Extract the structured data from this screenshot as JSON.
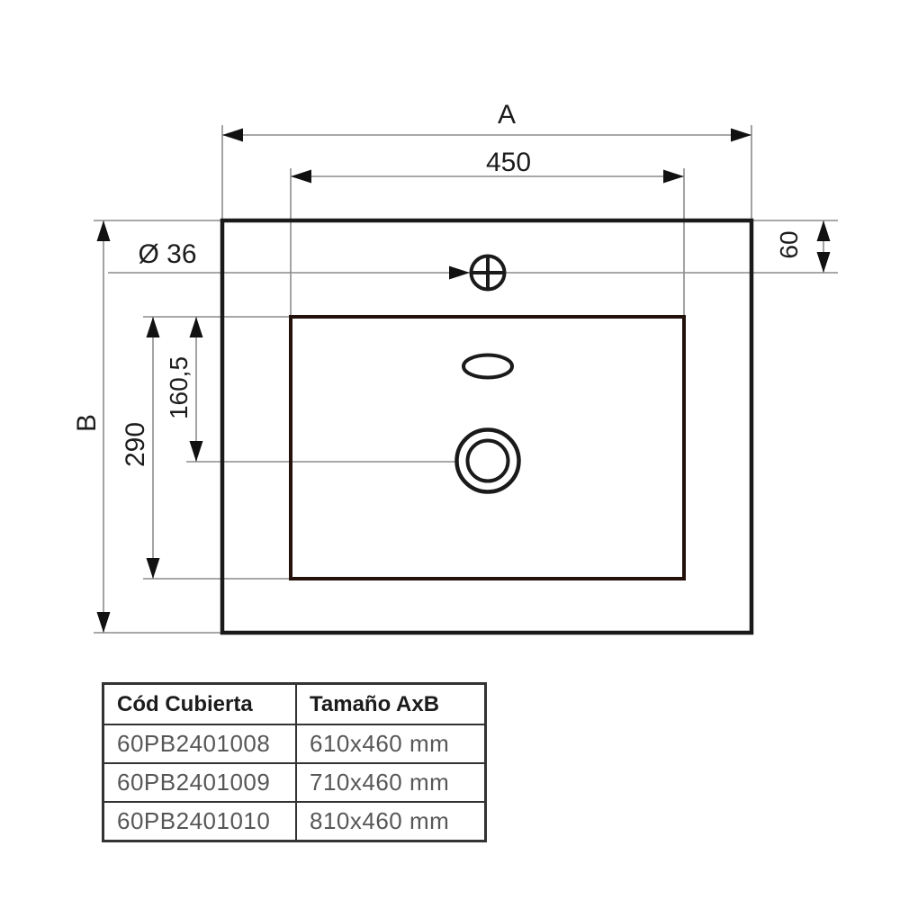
{
  "drawing": {
    "labels": {
      "dim_a": "A",
      "dim_450": "450",
      "dim_b": "B",
      "dim_290": "290",
      "dim_160_5": "160,5",
      "dim_60": "60",
      "hole_diameter": "Ø 36"
    },
    "features": {
      "faucet_hole": "faucet-hole-crosshair",
      "overflow_hole": "overflow-oval",
      "drain_hole": "drain-concentric-circles"
    }
  },
  "table": {
    "headers": [
      "Cód Cubierta",
      "Tamaño AxB"
    ],
    "rows": [
      {
        "code": "60PB2401008",
        "size": "610x460 mm"
      },
      {
        "code": "60PB2401009",
        "size": "710x460 mm"
      },
      {
        "code": "60PB2401010",
        "size": "810x460 mm"
      }
    ]
  },
  "colors": {
    "line": "#1a1a1a",
    "basin-line": "#23110b",
    "dim-line": "#8c8c8c",
    "label-text": "#1c1c1c",
    "table-border": "#333333",
    "table-cell-text": "#575757",
    "bg": "#ffffff"
  }
}
